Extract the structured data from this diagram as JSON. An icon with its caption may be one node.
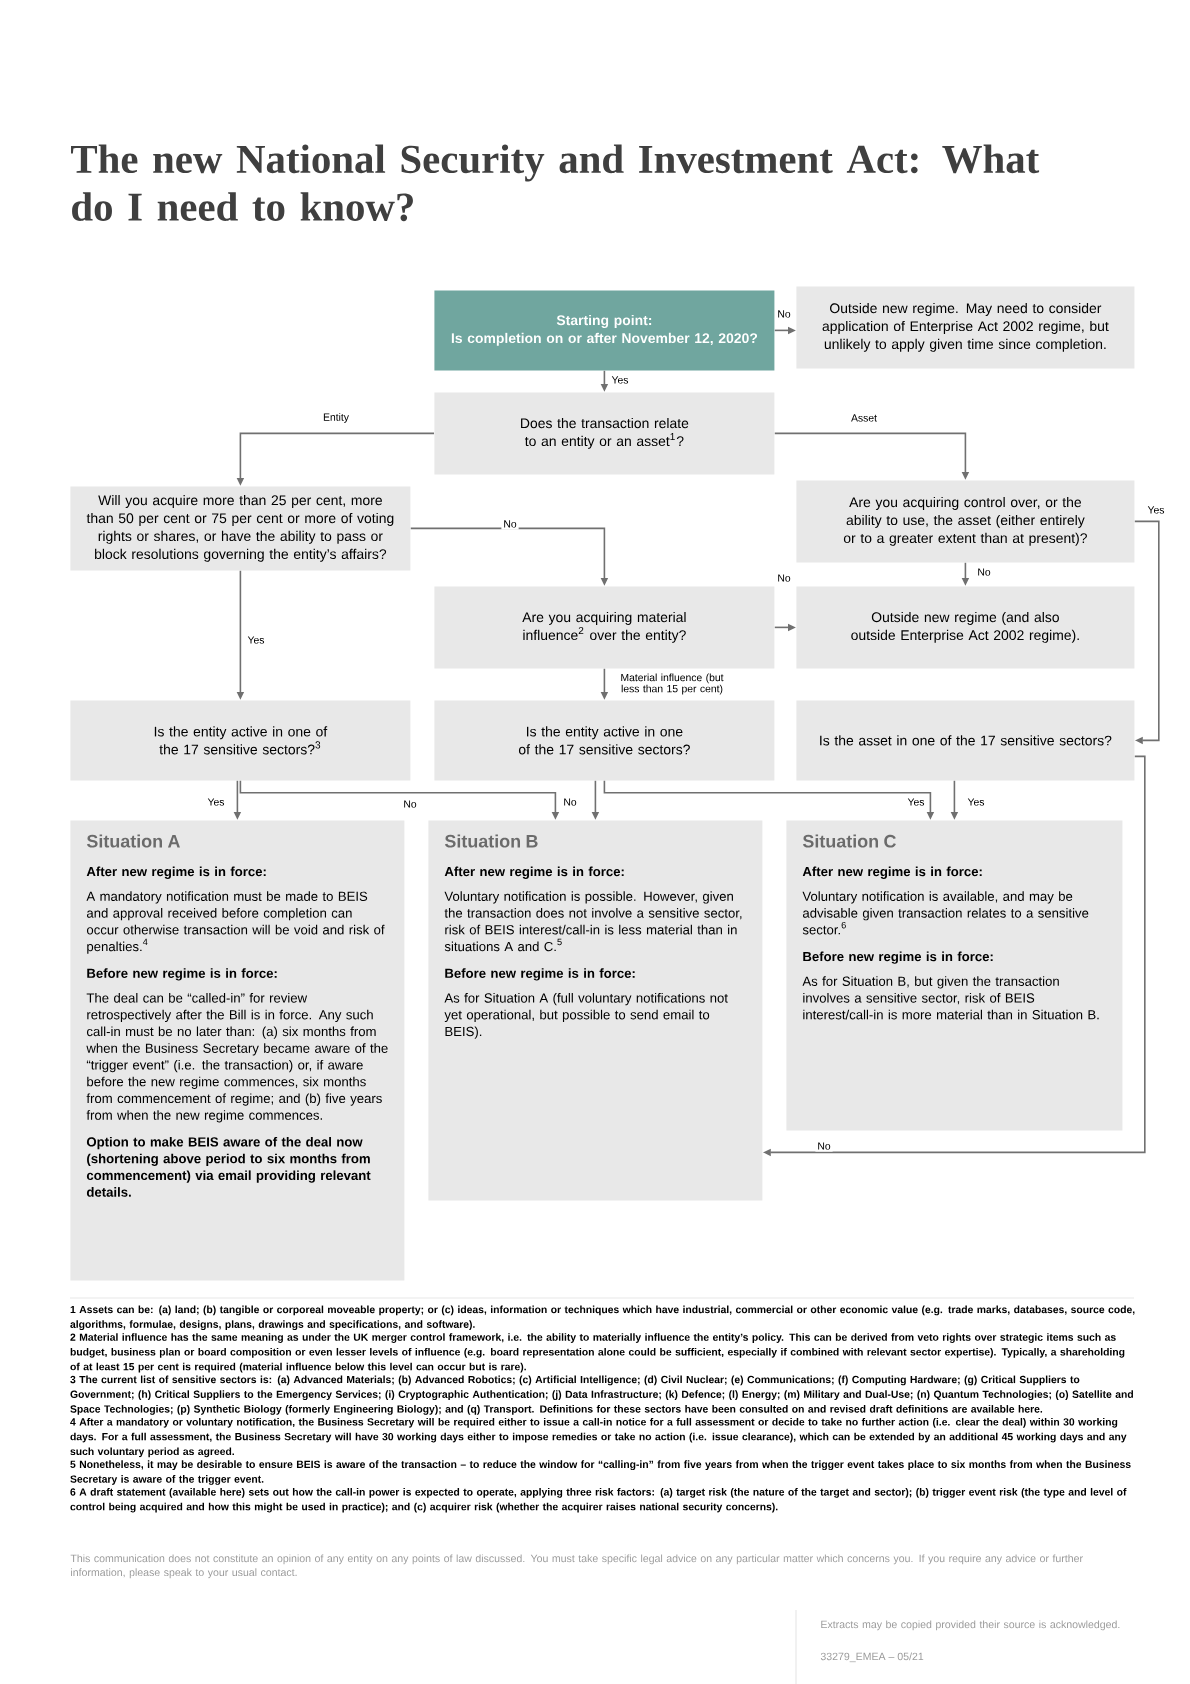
{
  "diagram": {
    "title": "The new National Security and Investment Act: What do I need to know?",
    "nodes": [
      {
        "text": [
          "Starting point:",
          "Is completion on or after November 12, 2020?"
        ]
      },
      {
        "text": [
          "Outside new regime. May need to consider application of Enterprise Act 2002 regime, but unlikely to apply given time since completion."
        ]
      },
      {
        "text": [
          "Does the transaction relate to an entity or an asset$^{1}$?"
        ]
      },
      {
        "text": [
          "Will you acquire more than 25 per cent, more than 50 per cent or 75 per cent or more of voting rights or shares, or have the ability to pass or block resolutions governing the entity’s affairs?"
        ]
      },
      {
        "text": [
          "Are you acquiring control over, or the ability to use, the asset (either entirely or to a greater extent than at present)?"
        ]
      },
      {
        "text": [
          "Are you acquiring material influence$^{2}$ over the entity?"
        ]
      },
      {
        "text": [
          "Outside new regime (and also outside Enterprise Act 2002 regime)."
        ]
      },
      {
        "text": [
          "Is the entity active in one of the 17 sensitive sectors?$^{3}$"
        ]
      },
      {
        "text": [
          "Is the entity active in one of the 17 sensitive sectors?"
        ]
      },
      {
        "text": [
          "Is the asset in one of the 17 sensitive sectors?"
        ]
      },
      {
        "text": [
          "Situation A",
          "After new regime is in force:",
          "A mandatory notification must be made to BEIS and approval received before completion can occur otherwise transaction will be void and risk of penalties.$^{4}$",
          "Before new regime is in force:",
          "The deal can be “called-in” for review retrospectively after the Bill is in force. Any such call-in must be no later than: (a) six months from when the Business Secretary became aware of the “trigger event” (i.e. the transaction) or, if aware before the new regime commences, six months from commencement of regime; and (b) five years from when the new regime commences.",
          "Option to make BEIS aware of the deal now (shortening above period to six months from commencement) via email providing relevant details."
        ]
      },
      {
        "text": [
          "Situation B",
          "After new regime is in force:",
          "Voluntary notification is possible. However, given the transaction does not involve a sensitive sector, risk of BEIS interest/call-in is less material than in situations A and C.$^{5}$",
          "Before new regime is in force:",
          "As for Situation A (full voluntary notifications not yet operational, but possible to send email to BEIS)."
        ]
      },
      {
        "text": [
          "Situation C",
          "After new regime is in force:",
          "Voluntary notification is available, and may be advisable given transaction relates to a sensitive sector.$^{6}$",
          "Before new regime is in force:",
          "As for Situation B, but given the transaction involves a sensitive sector, risk of BEIS interest/call-in is more material than in Situation B."
        ]
      }
    ],
    "edges": [
      {
        "from": 0,
        "to": 1,
        "arrow": "to",
        "label": "No"
      },
      {
        "from": 0,
        "to": 2,
        "arrow": "to",
        "label": "Yes"
      },
      {
        "from": 2,
        "to": 3,
        "arrow": "to",
        "label": "Entity"
      },
      {
        "from": 2,
        "to": 4,
        "arrow": "to",
        "label": "Asset"
      },
      {
        "from": 3,
        "to": 5,
        "arrow": "to",
        "label": "No"
      },
      {
        "from": 3,
        "to": 7,
        "arrow": "to",
        "label": "Yes"
      },
      {
        "from": 4,
        "to": 6,
        "arrow": "to",
        "label": "No"
      },
      {
        "from": 4,
        "to": 9,
        "arrow": "to",
        "label": "Yes"
      },
      {
        "from": 5,
        "to": 6,
        "arrow": "to",
        "label": "No"
      },
      {
        "from": 5,
        "to": 8,
        "arrow": "to",
        "label": "Material influence (but less than 15 per cent)"
      },
      {
        "from": 7,
        "to": 10,
        "arrow": "to",
        "label": "Yes"
      },
      {
        "from": 7,
        "to": 11,
        "arrow": "to",
        "label": "No"
      },
      {
        "from": 8,
        "to": 11,
        "arrow": "to",
        "label": "No"
      },
      {
        "from": 8,
        "to": 12,
        "arrow": "to",
        "label": "Yes"
      },
      {
        "from": 9,
        "to": 12,
        "arrow": "to",
        "label": "Yes"
      },
      {
        "from": 9,
        "to": 11,
        "arrow": "to",
        "label": "No"
      }
    ],
    "labels": [
      "1 Assets can be: (a) land; (b) tangible or corporeal moveable property; or (c) ideas, information or techniques which have industrial, commercial or other economic value (e.g. trade marks, databases, source code, algorithms, formulae, designs, plans, drawings and specifications, and software).",
      "2 Material influence has the same meaning as under the UK merger control framework, i.e. the ability to materially influence the entity’s policy. This can be derived from veto rights over strategic items such as budget, business plan or board composition or even lesser levels of influence (e.g. board representation alone could be sufficient, especially if combined with relevant sector expertise). Typically, a shareholding of at least 15 per cent is required (material influence below this level can occur but is rare).",
      "3 The current list of sensitive sectors is: (a) Advanced Materials; (b) Advanced Robotics; (c) Artificial Intelligence; (d) Civil Nuclear; (e) Communications; (f) Computing Hardware; (g) Critical Suppliers to Government; (h) Critical Suppliers to the Emergency Services; (i) Cryptographic Authentication; (j) Data Infrastructure; (k) Defence; (l) Energy; (m) Military and Dual-Use; (n) Quantum Technologies; (o) Satellite and Space Technologies; (p) Synthetic Biology (formerly Engineering Biology); and (q) Transport. Definitions for these sectors have been consulted on and revised draft definitions are available here.",
      "4 After a mandatory or voluntary notification, the Business Secretary will be required either to issue a call-in notice for a full assessment or decide to take no further action (i.e. clear the deal) within 30 working days. For a full assessment, the Business Secretary will have 30 working days either to impose remedies or take no action (i.e. issue clearance), which can be extended by an additional 45 working days and any such voluntary period as agreed.",
      "5 Nonetheless, it may be desirable to ensure BEIS is aware of the transaction – to reduce the window for “calling-in” from five years from when the trigger event takes place to six months from when the Business Secretary is aware of the trigger event.",
      "6 A draft statement (available here) sets out how the call-in power is expected to operate, applying three risk factors: (a) target risk (the nature of the target and sector); (b) trigger event risk (the type and level of control being acquired and how this might be used in practice); and (c) acquirer risk (whether the acquirer raises national security concerns).",
      "This communication does not constitute an opinion of any entity on any points of law discussed. You must take specific legal advice on any particular matter which concerns you. If you require any advice or further information, please speak to your usual contact.",
      "Extracts may be copied provided their source is acknowledged.",
      "33279_EMEA – 05/21"
    ]
  }
}
